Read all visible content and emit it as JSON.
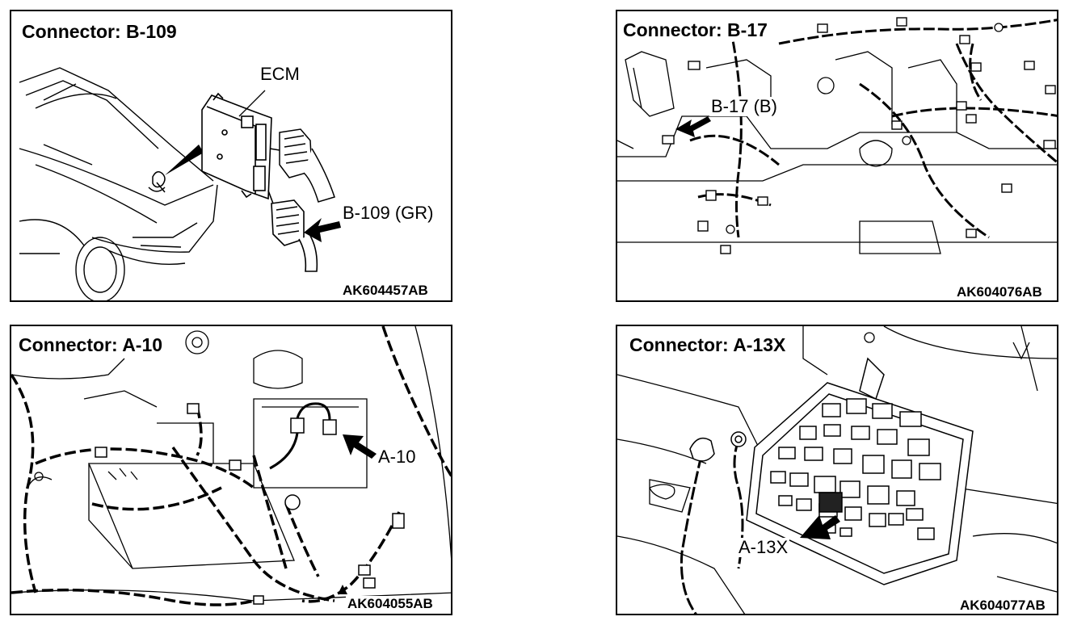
{
  "panels": [
    {
      "title": "Connector: B-109",
      "code": "AK604457AB",
      "labels": {
        "ecm": "ECM",
        "connector": "B-109 (GR)"
      }
    },
    {
      "title": "Connector: B-17",
      "code": "AK604076AB",
      "labels": {
        "connector": "B-17 (B)"
      }
    },
    {
      "title": "Connector: A-10",
      "code": "AK604055AB",
      "labels": {
        "connector": "A-10"
      }
    },
    {
      "title": "Connector: A-13X",
      "code": "AK604077AB",
      "labels": {
        "connector": "A-13X"
      }
    }
  ],
  "icons": {
    "car": "car-front-illustration",
    "ecm": "ecm-module-illustration",
    "arrow": "pointer-arrow-icon",
    "harness": "wiring-harness-illustration",
    "fuse_box": "relay-fuse-box-illustration"
  }
}
